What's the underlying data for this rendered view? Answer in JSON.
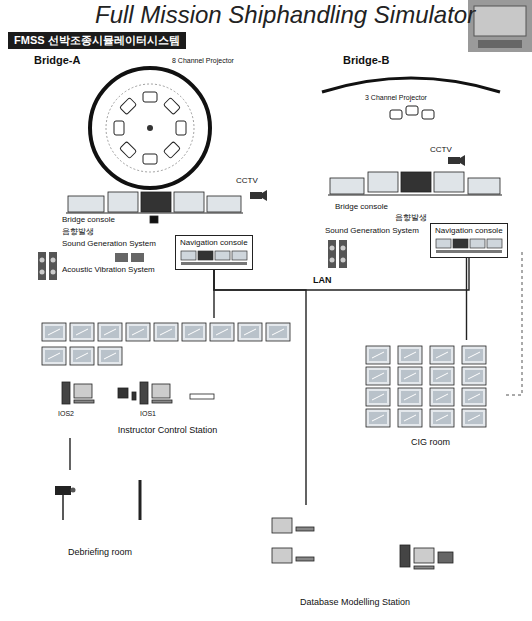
{
  "diagram": {
    "title": "Full Mission Shiphandling Simulator",
    "nodes": [
      {
        "text": [
          "FMSS 선박조종시뮬레이터시스템"
        ]
      },
      {
        "text": [
          "Bridge-A"
        ]
      },
      {
        "text": [
          "Bridge-B"
        ]
      },
      {
        "text": [
          "Navigation console"
        ],
        "in": 1
      },
      {
        "text": [
          "Navigation console"
        ],
        "in": 2
      },
      {
        "text": [
          "Instructor Control Station"
        ]
      },
      {
        "text": [
          "CIG room"
        ]
      },
      {
        "text": [
          "Debriefing room"
        ]
      },
      {
        "text": [
          "Database Modelling Station"
        ]
      }
    ],
    "edges": [
      {
        "from": 3,
        "to": 4,
        "arrow": "none",
        "label": "LAN"
      },
      {
        "from": 3,
        "to": 8,
        "arrow": "none"
      },
      {
        "from": 4,
        "to": 6,
        "arrow": "none"
      },
      {
        "from": 5,
        "to": 3,
        "arrow": "none"
      },
      {
        "from": 5,
        "to": 7,
        "arrow": "none"
      }
    ],
    "labels": [
      "8 Channel Projector",
      "CCTV",
      "Bridge console",
      "음향발생",
      "Sound Generation System",
      "Acoustic Vibration System",
      "3 Channel Projector",
      "CCTV",
      "Bridge console",
      "음향발생",
      "Sound Generation System",
      "IOS2",
      "IOS1"
    ]
  }
}
